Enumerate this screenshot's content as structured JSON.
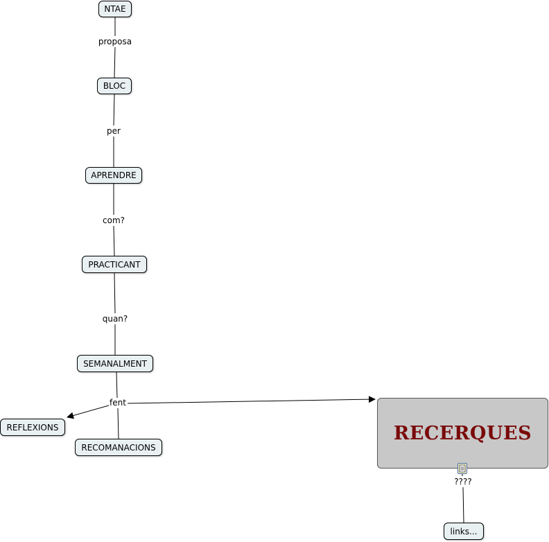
{
  "concepts": {
    "ntae": "NTAE",
    "bloc": "BLOC",
    "aprendre": "APRENDRE",
    "practicant": "PRACTICANT",
    "semanalment": "SEMANALMENT",
    "reflexions": "REFLEXIONS",
    "recomanacions": "RECOMANACIONS",
    "recerques": "RECERQUES",
    "links": "links..."
  },
  "linking_phrases": {
    "proposa": "proposa",
    "per": "per",
    "com": "com?",
    "quan": "quan?",
    "fent": "fent",
    "unknown": "????"
  },
  "colors": {
    "node_fill": "#e8f0f2",
    "highlight_fill": "#c8c8c8",
    "highlight_text": "#7a0a0a",
    "line": "#000000"
  },
  "icons": {
    "resource": "document-icon"
  }
}
